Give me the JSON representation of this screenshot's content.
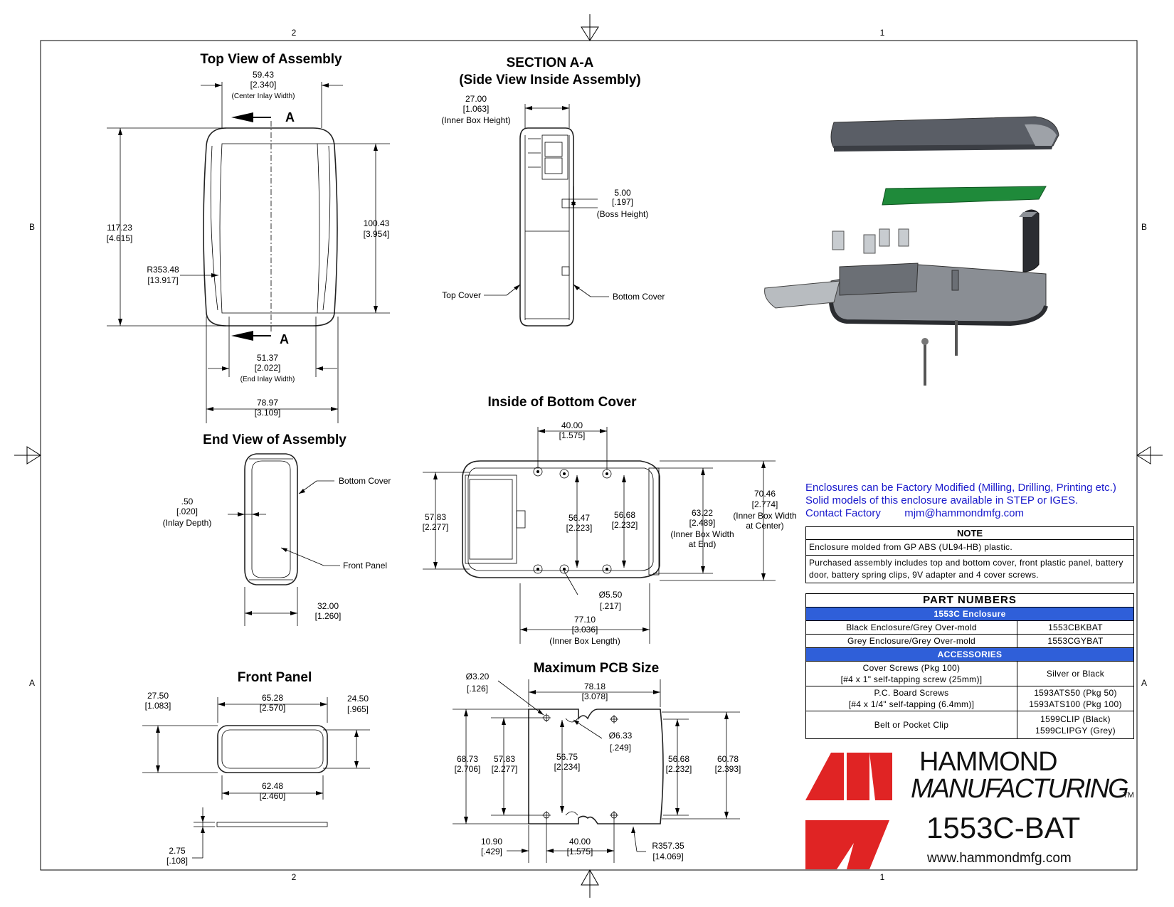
{
  "border": {
    "col_top_left": "2",
    "col_top_right": "1",
    "col_bottom_left": "2",
    "col_bottom_right": "1",
    "row_b_left": "B",
    "row_b_right": "B",
    "row_a_left": "A",
    "row_a_right": "A"
  },
  "top_view": {
    "title": "Top View of Assembly",
    "center_inlay_mm": "59.43",
    "center_inlay_in": "[2.340]",
    "center_inlay_label": "(Center Inlay Width)",
    "section_marker_top": "A",
    "section_marker_bottom": "A",
    "height_mm": "117.23",
    "height_in": "[4.615]",
    "inner_height_mm": "100.43",
    "inner_height_in": "[3.954]",
    "radius_mm": "R353.48",
    "radius_in": "[13.917]",
    "end_inlay_mm": "51.37",
    "end_inlay_in": "[2.022]",
    "end_inlay_label": "(End Inlay Width)",
    "width_mm": "78.97",
    "width_in": "[3.109]"
  },
  "section_view": {
    "title_line1": "SECTION A-A",
    "title_line2": "(Side View Inside Assembly)",
    "inner_height_mm": "27.00",
    "inner_height_in": "[1.063]",
    "inner_height_label": "(Inner Box Height)",
    "boss_mm": "5.00",
    "boss_in": "[.197]",
    "boss_label": "(Boss Height)",
    "top_cover_label": "Top Cover",
    "bottom_cover_label": "Bottom Cover"
  },
  "end_view": {
    "title": "End View of Assembly",
    "inlay_depth_mm": ".50",
    "inlay_depth_in": "[.020]",
    "inlay_depth_label": "(Inlay Depth)",
    "bottom_cover_label": "Bottom Cover",
    "front_panel_label": "Front Panel",
    "depth_mm": "32.00",
    "depth_in": "[1.260]"
  },
  "bottom_cover": {
    "title": "Inside of Bottom Cover",
    "boss_spacing_mm": "40.00",
    "boss_spacing_in": "[1.575]",
    "height_mm": "57.83",
    "height_in": "[2.277]",
    "boss_v_mm": "56.47",
    "boss_v_in": "[2.223]",
    "boss_v2_mm": "56.68",
    "boss_v2_in": "[2.232]",
    "inner_end_mm": "63.22",
    "inner_end_in": "[2.489]",
    "inner_end_label_1": "(Inner Box Width",
    "inner_end_label_2": "at End)",
    "inner_center_mm": "70.46",
    "inner_center_in": "[2.774]",
    "inner_center_label_1": "(Inner Box Width",
    "inner_center_label_2": "at Center)",
    "hole_mm": "Ø5.50",
    "hole_in": "[.217]",
    "length_mm": "77.10",
    "length_in": "[3.036]",
    "length_label": "(Inner Box Length)"
  },
  "front_panel": {
    "title": "Front Panel",
    "height_mm": "27.50",
    "height_in": "[1.083]",
    "width_mm": "65.28",
    "width_in": "[2.570]",
    "inner_height_mm": "24.50",
    "inner_height_in": "[.965]",
    "inner_width_mm": "62.48",
    "inner_width_in": "[2.460]",
    "thickness_mm": "2.75",
    "thickness_in": "[.108]"
  },
  "pcb": {
    "title": "Maximum PCB Size",
    "hole_mm": "Ø3.20",
    "hole_in": "[.126]",
    "width_mm": "78.18",
    "width_in": "[3.078]",
    "notch_mm": "Ø6.33",
    "notch_in": "[.249]",
    "height_mm": "68.73",
    "height_in": "[2.706]",
    "height2_mm": "57.83",
    "height2_in": "[2.277]",
    "hole_v_mm": "56.75",
    "hole_v_in": "[2.234]",
    "right_mm": "56.68",
    "right_in": "[2.232]",
    "right2_mm": "60.78",
    "right2_in": "[2.393]",
    "offset_mm": "10.90",
    "offset_in": "[.429]",
    "spacing_mm": "40.00",
    "spacing_in": "[1.575]",
    "radius_mm": "R357.35",
    "radius_in": "[14.069]"
  },
  "info": {
    "line1": "Enclosures can be Factory Modified (Milling, Drilling, Printing etc.)",
    "line2": "Solid models of this enclosure available in STEP or IGES.",
    "line3_label": "Contact Factory",
    "line3_email": "mjm@hammondmfg.com"
  },
  "note": {
    "heading": "NOTE",
    "row1": "Enclosure molded from GP ABS (UL94-HB) plastic.",
    "row2": "Purchased assembly includes top and bottom cover, front plastic panel, battery door, battery spring clips, 9V adapter and 4 cover screws."
  },
  "part_numbers": {
    "heading": "PART NUMBERS",
    "section1": "1553C Enclosure",
    "rows1": [
      {
        "desc": "Black Enclosure/Grey Over-mold",
        "part": "1553CBKBAT"
      },
      {
        "desc": "Grey Enclosure/Grey Over-mold",
        "part": "1553CGYBAT"
      }
    ],
    "section2": "ACCESSORIES",
    "rows2": [
      {
        "desc1": "Cover Screws (Pkg 100)",
        "desc2": "[#4 x 1\" self-tapping screw (25mm)]",
        "part1": "Silver or Black",
        "part2": ""
      },
      {
        "desc1": "P.C. Board Screws",
        "desc2": "[#4 x 1/4\" self-tapping (6.4mm)]",
        "part1": "1593ATS50 (Pkg 50)",
        "part2": "1593ATS100 (Pkg 100)"
      },
      {
        "desc1": "Belt or Pocket Clip",
        "desc2": "",
        "part1": "1599CLIP (Black)",
        "part2": "1599CLIPGY (Grey)"
      }
    ]
  },
  "brand": {
    "name1": "HAMMOND",
    "name2": "MANUFACTURING",
    "tm": "TM",
    "model": "1553C-BAT",
    "website": "www.hammondmfg.com",
    "logo_color": "#e02424",
    "accent_blue": "#2f5fd9",
    "info_blue": "#1a1acc"
  }
}
